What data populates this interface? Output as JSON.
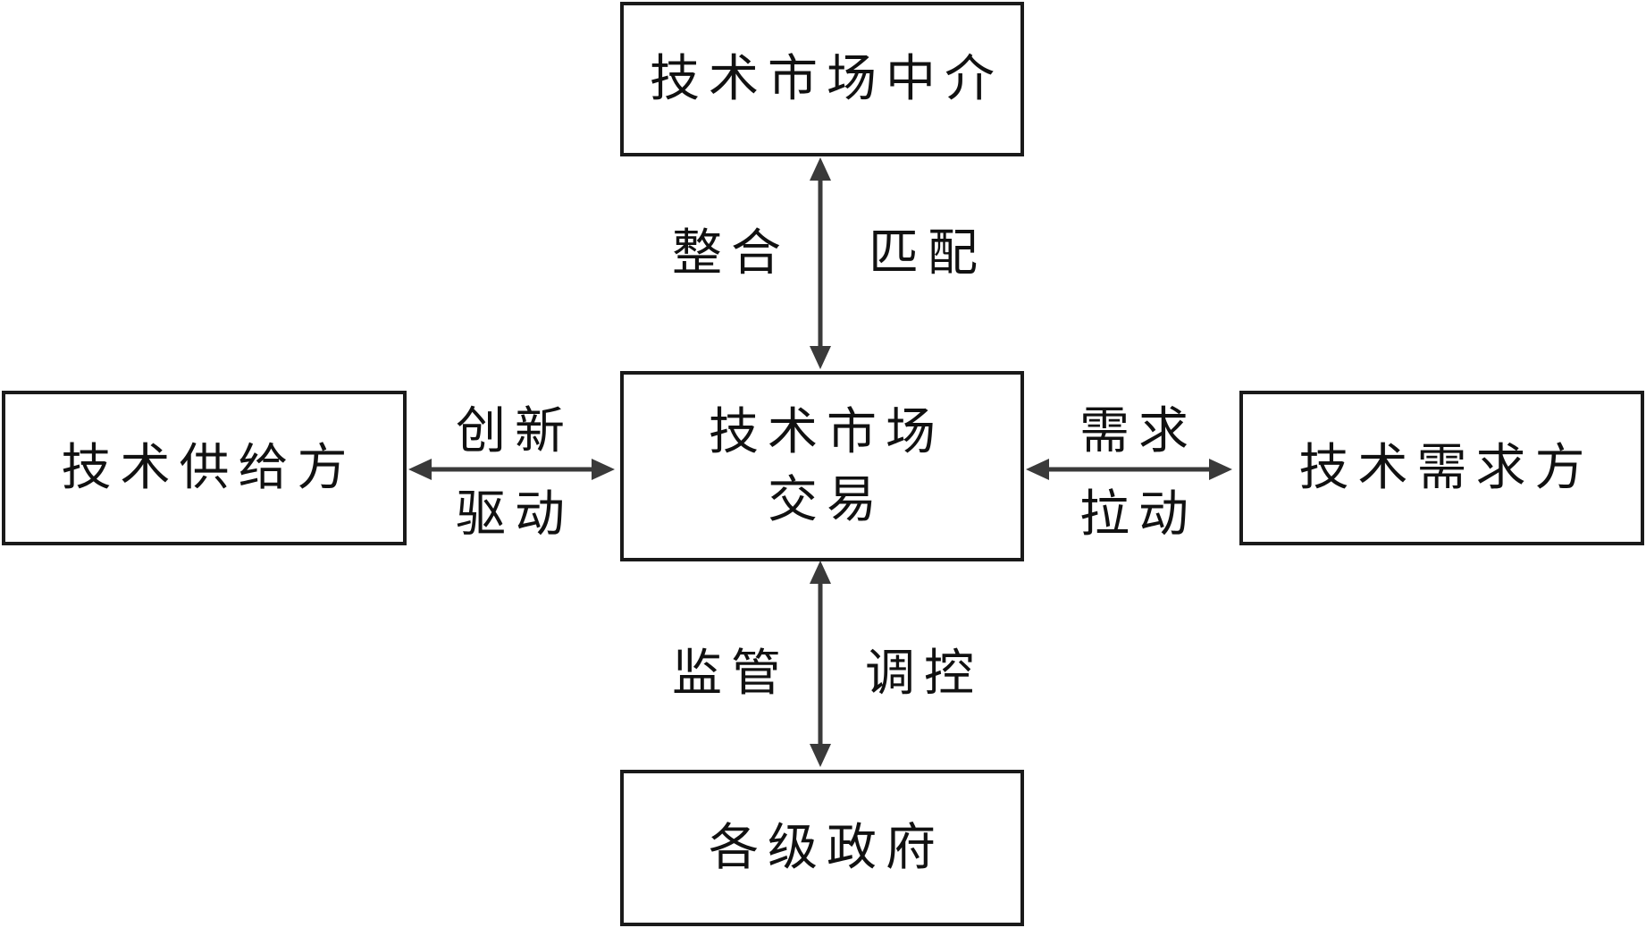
{
  "nodes": {
    "intermediary": "技术市场中介",
    "center_line1": "技术市场",
    "center_line2": "交易",
    "supplier": "技术供给方",
    "demander": "技术需求方",
    "government": "各级政府"
  },
  "edges": {
    "top": {
      "left_label": "整合",
      "right_label": "匹配"
    },
    "left": {
      "top_label": "创新",
      "bottom_label": "驱动"
    },
    "right": {
      "top_label": "需求",
      "bottom_label": "拉动"
    },
    "bottom": {
      "left_label": "监管",
      "right_label": "调控"
    }
  },
  "colors": {
    "line": "#3a3a3a",
    "border": "#1a1a1a"
  }
}
